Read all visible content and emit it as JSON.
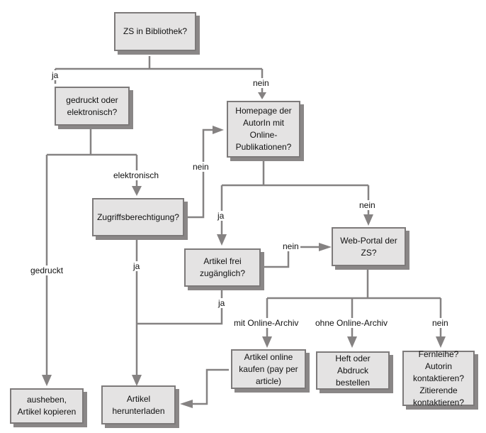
{
  "diagram": {
    "type": "flowchart",
    "nodes": {
      "zs_bibliothek": "ZS in Bibliothek?",
      "gedruckt_elektronisch": "gedruckt oder elektronisch?",
      "homepage": "Homepage der AutorIn  mit Online-Publikationen?",
      "zugriff": "Zugriffsberechtigung?",
      "artikel_frei": "Artikel frei zugänglich?",
      "web_portal": "Web-Portal der ZS?",
      "ausheben": "ausheben, Artikel kopieren",
      "herunterladen": "Artikel herunterladen",
      "online_kaufen": "Artikel online kaufen  (pay per article)",
      "heft_bestellen": "Heft oder Abdruck bestellen",
      "fernleihe": "Fernleihe? Autorin kontaktieren? Zitierende kontaktieren?"
    },
    "labels": {
      "ja1": "ja",
      "nein1": "nein",
      "elektronisch": "elektronisch",
      "gedruckt": "gedruckt",
      "nein_zugriff": "nein",
      "ja_zugriff": "ja",
      "ja_homepage": "ja",
      "nein_homepage": "nein",
      "nein_frei": "nein",
      "ja_frei": "ja",
      "mit_archiv": "mit Online-Archiv",
      "ohne_archiv": "ohne Online-Archiv",
      "nein_portal": "nein"
    },
    "edges": [
      {
        "from": "zs_bibliothek",
        "to": "gedruckt_elektronisch",
        "label": "ja"
      },
      {
        "from": "zs_bibliothek",
        "to": "homepage",
        "label": "nein"
      },
      {
        "from": "gedruckt_elektronisch",
        "to": "ausheben",
        "label": "gedruckt"
      },
      {
        "from": "gedruckt_elektronisch",
        "to": "zugriff",
        "label": "elektronisch"
      },
      {
        "from": "zugriff",
        "to": "homepage",
        "label": "nein"
      },
      {
        "from": "zugriff",
        "to": "herunterladen",
        "label": "ja"
      },
      {
        "from": "homepage",
        "to": "artikel_frei",
        "label": "ja"
      },
      {
        "from": "homepage",
        "to": "web_portal",
        "label": "nein"
      },
      {
        "from": "artikel_frei",
        "to": "web_portal",
        "label": "nein"
      },
      {
        "from": "artikel_frei",
        "to": "herunterladen",
        "label": "ja"
      },
      {
        "from": "web_portal",
        "to": "online_kaufen",
        "label": "mit Online-Archiv"
      },
      {
        "from": "web_portal",
        "to": "heft_bestellen",
        "label": "ohne Online-Archiv"
      },
      {
        "from": "web_portal",
        "to": "fernleihe",
        "label": "nein"
      },
      {
        "from": "online_kaufen",
        "to": "herunterladen",
        "label": ""
      }
    ]
  }
}
